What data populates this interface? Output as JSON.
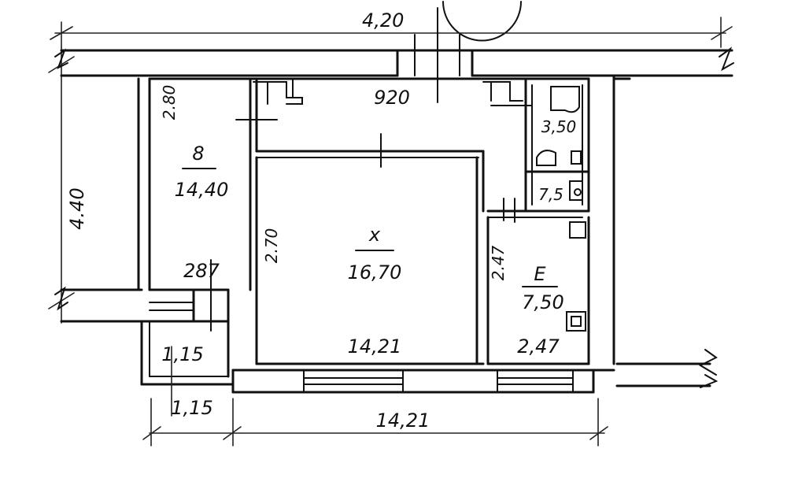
{
  "overall": {
    "total_width": "4,20",
    "total_height": "4.40",
    "bottom_main_width": "14,21",
    "bottom_left_width": "1,15"
  },
  "rooms": {
    "bedroom": {
      "letter": "8",
      "area": "14,40",
      "height": "2.80",
      "width": "287"
    },
    "living": {
      "letter": "x",
      "area": "16,70",
      "height": "2.70",
      "width": "14,21"
    },
    "kitchen": {
      "letter": "E",
      "area": "7,50",
      "height": "2.47",
      "width": "2,47"
    },
    "corridor": {
      "width": "920"
    },
    "bathroom": {
      "area": "3,50"
    },
    "wc": {
      "area": "7,5"
    },
    "balcony": {
      "width": "1,15"
    }
  }
}
